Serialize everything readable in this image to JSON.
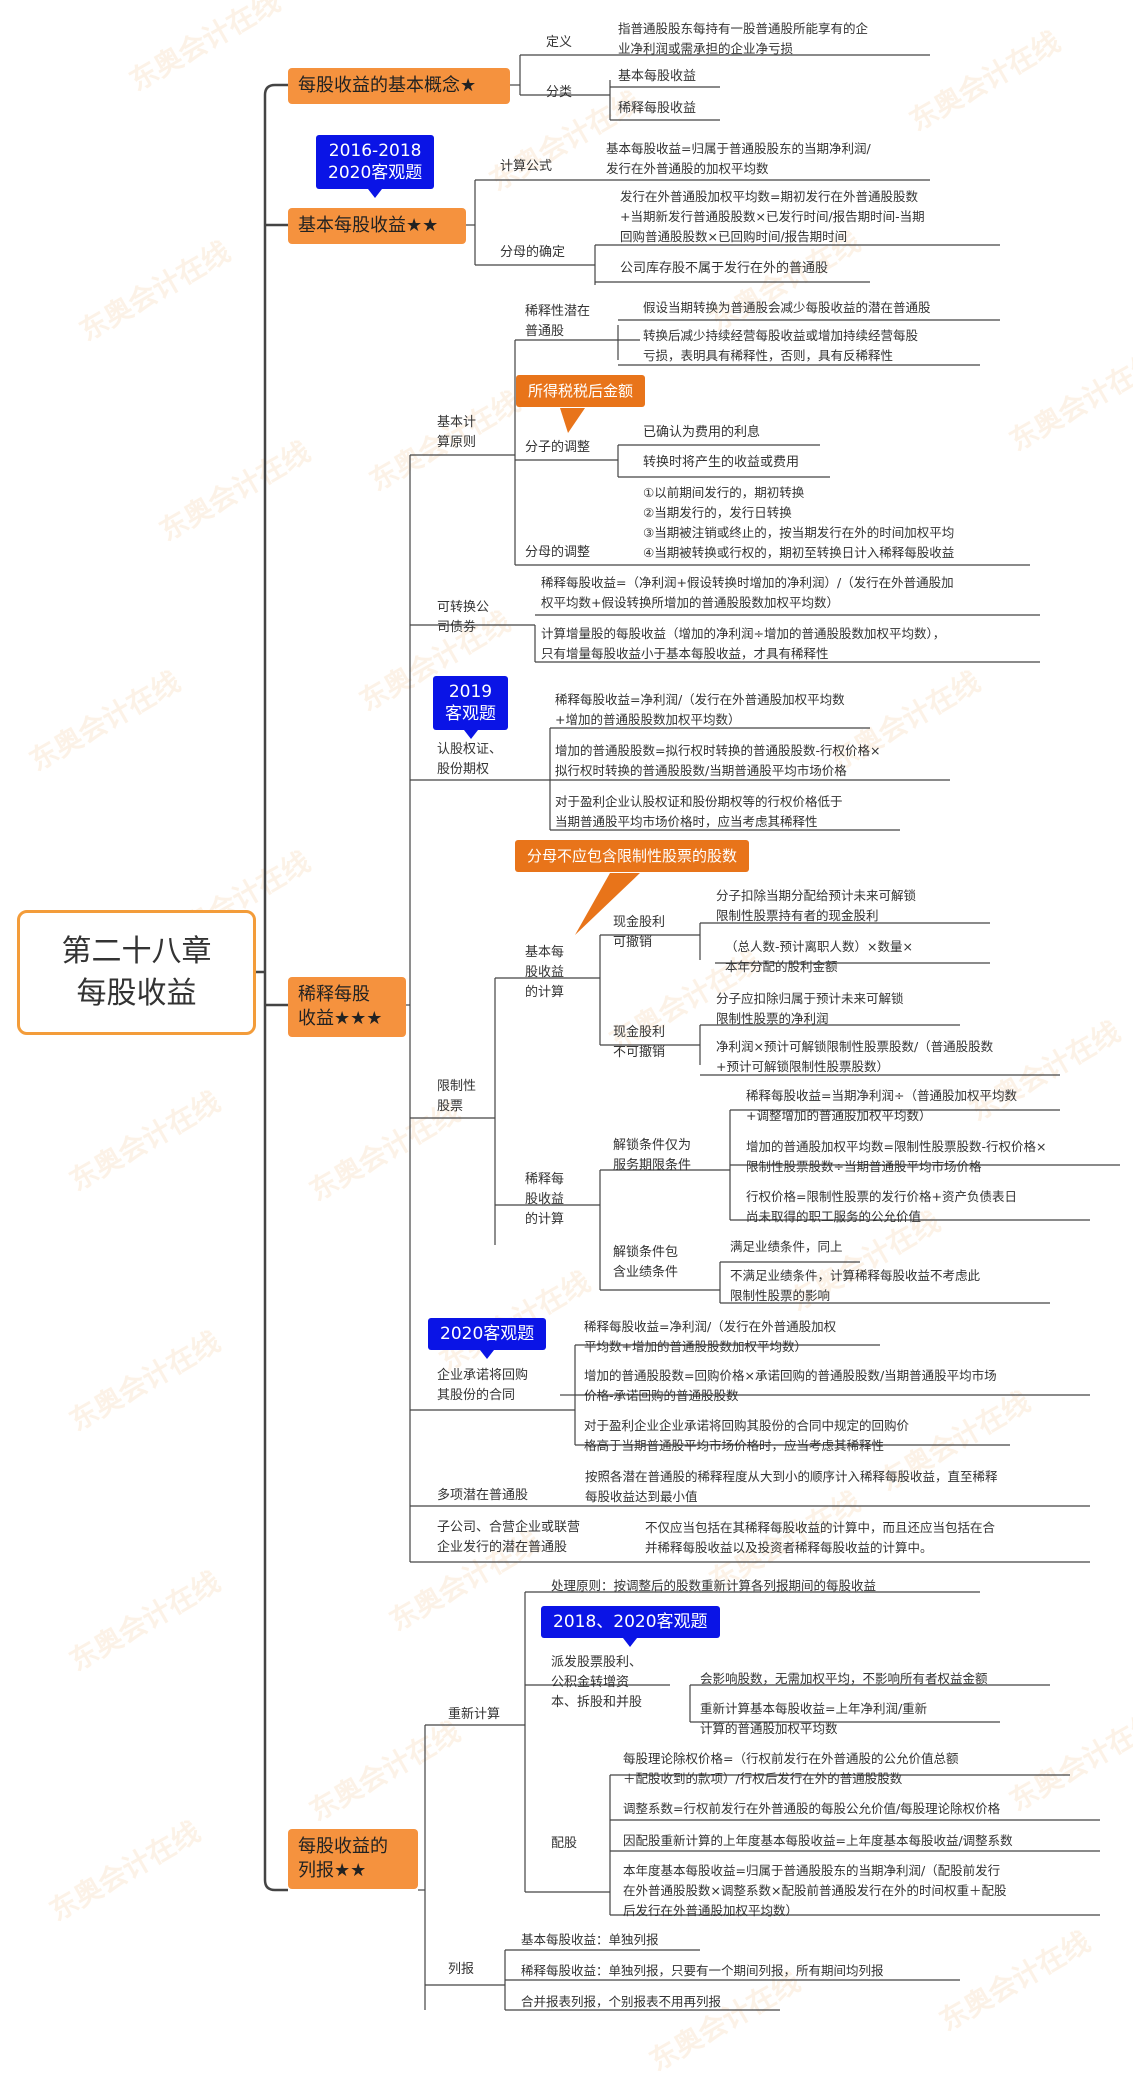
{
  "root": "第二十八章\n每股收益",
  "sections": {
    "basic_concept": "每股收益的基本概念★",
    "basic_eps": "基本每股收益★★",
    "diluted": "稀释每股\n收益★★★",
    "reporting": "每股收益的\n列报★★"
  },
  "tags": {
    "t1": "2016-2018\n2020客观题",
    "t2": "2019\n客观题",
    "t3": "2020客观题",
    "t4": "2018、2020客观题"
  },
  "otags": {
    "o1": "所得税税后金额",
    "o2": "分母不应包含限制性股票的股数"
  },
  "labels": {
    "l01": "定义",
    "l02": "指普通股股东每持有一股普通股所能享有的企\n业净利润或需承担的企业净亏损",
    "l03": "分类",
    "l04": "基本每股收益",
    "l05": "稀释每股收益",
    "l06": "计算公式",
    "l07": "基本每股收益=归属于普通股股东的当期净利润/\n发行在外普通股的加权平均数",
    "l08": "分母的确定",
    "l09": "发行在外普通股加权平均数=期初发行在外普通股股数\n+当期新发行普通股股数×已发行时间/报告期时间-当期\n回购普通股股数×已回购时间/报告期时间",
    "l10": "公司库存股不属于发行在外的普通股",
    "l11": "基本计\n算原则",
    "l12": "稀释性潜在\n普通股",
    "l13": "假设当期转换为普通股会减少每股收益的潜在普通股",
    "l14": "转换后减少持续经营每股收益或增加持续经营每股\n亏损，表明具有稀释性，否则，具有反稀释性",
    "l15": "分子的调整",
    "l16": "已确认为费用的利息",
    "l17": "转换时将产生的收益或费用",
    "l18": "分母的调整",
    "l19": "①以前期间发行的，期初转换\n②当期发行的，发行日转换\n③当期被注销或终止的，按当期发行在外的时间加权平均\n④当期被转换或行权的，期初至转换日计入稀释每股收益",
    "l20": "可转换公\n司债券",
    "l21": "稀释每股收益=（净利润+假设转换时增加的净利润）/（发行在外普通股加\n权平均数+假设转换所增加的普通股股数加权平均数）",
    "l22": "计算增量股的每股收益（增加的净利润÷增加的普通股股数加权平均数），\n只有增量每股收益小于基本每股收益，才具有稀释性",
    "l23": "认股权证、\n股份期权",
    "l24": "稀释每股收益=净利润/（发行在外普通股加权平均数\n+增加的普通股股数加权平均数）",
    "l25": "增加的普通股股数=拟行权时转换的普通股股数-行权价格×\n拟行权时转换的普通股股数/当期普通股平均市场价格",
    "l26": "对于盈利企业认股权证和股份期权等的行权价格低于\n当期普通股平均市场价格时，应当考虑其稀释性",
    "l27": "限制性\n股票",
    "l28": "基本每\n股收益\n的计算",
    "l29": "现金股利\n可撤销",
    "l30": "分子扣除当期分配给预计未来可解锁\n限制性股票持有者的现金股利",
    "l31": "（总人数-预计离职人数）×数量×\n本年分配的股利金额",
    "l32": "现金股利\n不可撤销",
    "l33": "分子应扣除归属于预计未来可解锁\n限制性股票的净利润",
    "l34": "净利润×预计可解锁限制性股票股数/（普通股股数\n+预计可解锁限制性股票股数）",
    "l35": "稀释每\n股收益\n的计算",
    "l36": "解锁条件仅为\n服务期限条件",
    "l37": "稀释每股收益=当期净利润÷（普通股加权平均数\n+调整增加的普通股加权平均数）",
    "l38": "增加的普通股加权平均数=限制性股票股数-行权价格×\n限制性股票股数÷当期普通股平均市场价格",
    "l39": "行权价格=限制性股票的发行价格+资产负债表日\n尚未取得的职工服务的公允价值",
    "l40": "解锁条件包\n含业绩条件",
    "l41": "满足业绩条件，同上",
    "l42": "不满足业绩条件，计算稀释每股收益不考虑此\n限制性股票的影响",
    "l43": "企业承诺将回购\n其股份的合同",
    "l44": "稀释每股收益=净利润/（发行在外普通股加权\n平均数+增加的普通股股数加权平均数）",
    "l45": "增加的普通股股数=回购价格×承诺回购的普通股股数/当期普通股平均市场\n价格-承诺回购的普通股股数",
    "l46": "对于盈利企业企业承诺将回购其股份的合同中规定的回购价\n格高于当期普通股平均市场价格时，应当考虑其稀释性",
    "l47": "多项潜在普通股",
    "l48": "按照各潜在普通股的稀释程度从大到小的顺序计入稀释每股收益，直至稀释\n每股收益达到最小值",
    "l49": "子公司、合营企业或联营\n企业发行的潜在普通股",
    "l50": "不仅应当包括在其稀释每股收益的计算中，而且还应当包括在合\n并稀释每股收益以及投资者稀释每股收益的计算中。",
    "l51": "重新计算",
    "l52": "处理原则：按调整后的股数重新计算各列报期间的每股收益",
    "l53": "派发股票股利、\n公积金转增资\n本、拆股和并股",
    "l54": "会影响股数，无需加权平均，不影响所有者权益金额",
    "l55": "重新计算基本每股收益=上年净利润/重新\n计算的普通股加权平均数",
    "l56": "配股",
    "l57": "每股理论除权价格=（行权前发行在外普通股的公允价值总额\n＋配股收到的款项）/行权后发行在外的普通股股数",
    "l58": "调整系数=行权前发行在外普通股的每股公允价值/每股理论除权价格",
    "l59": "因配股重新计算的上年度基本每股收益=上年度基本每股收益/调整系数",
    "l60": "本年度基本每股收益=归属于普通股股东的当期净利润/（配股前发行\n在外普通股股数×调整系数×配股前普通股发行在外的时间权重＋配股\n后发行在外普通股加权平均数）",
    "l61": "列报",
    "l62": "基本每股收益：单独列报",
    "l63": "稀释每股收益：单独列报，只要有一个期间列报，所有期间均列报",
    "l64": "合并报表列报，个别报表不用再列报"
  },
  "watermark": "东奥会计在线",
  "watermark_url": "www.dongao.com",
  "colors": {
    "branch": "#f5923e",
    "root_border": "#f39c3a",
    "blue_tag": "#0a14e6",
    "orange_tag": "#e8741a",
    "line": "#444444"
  }
}
